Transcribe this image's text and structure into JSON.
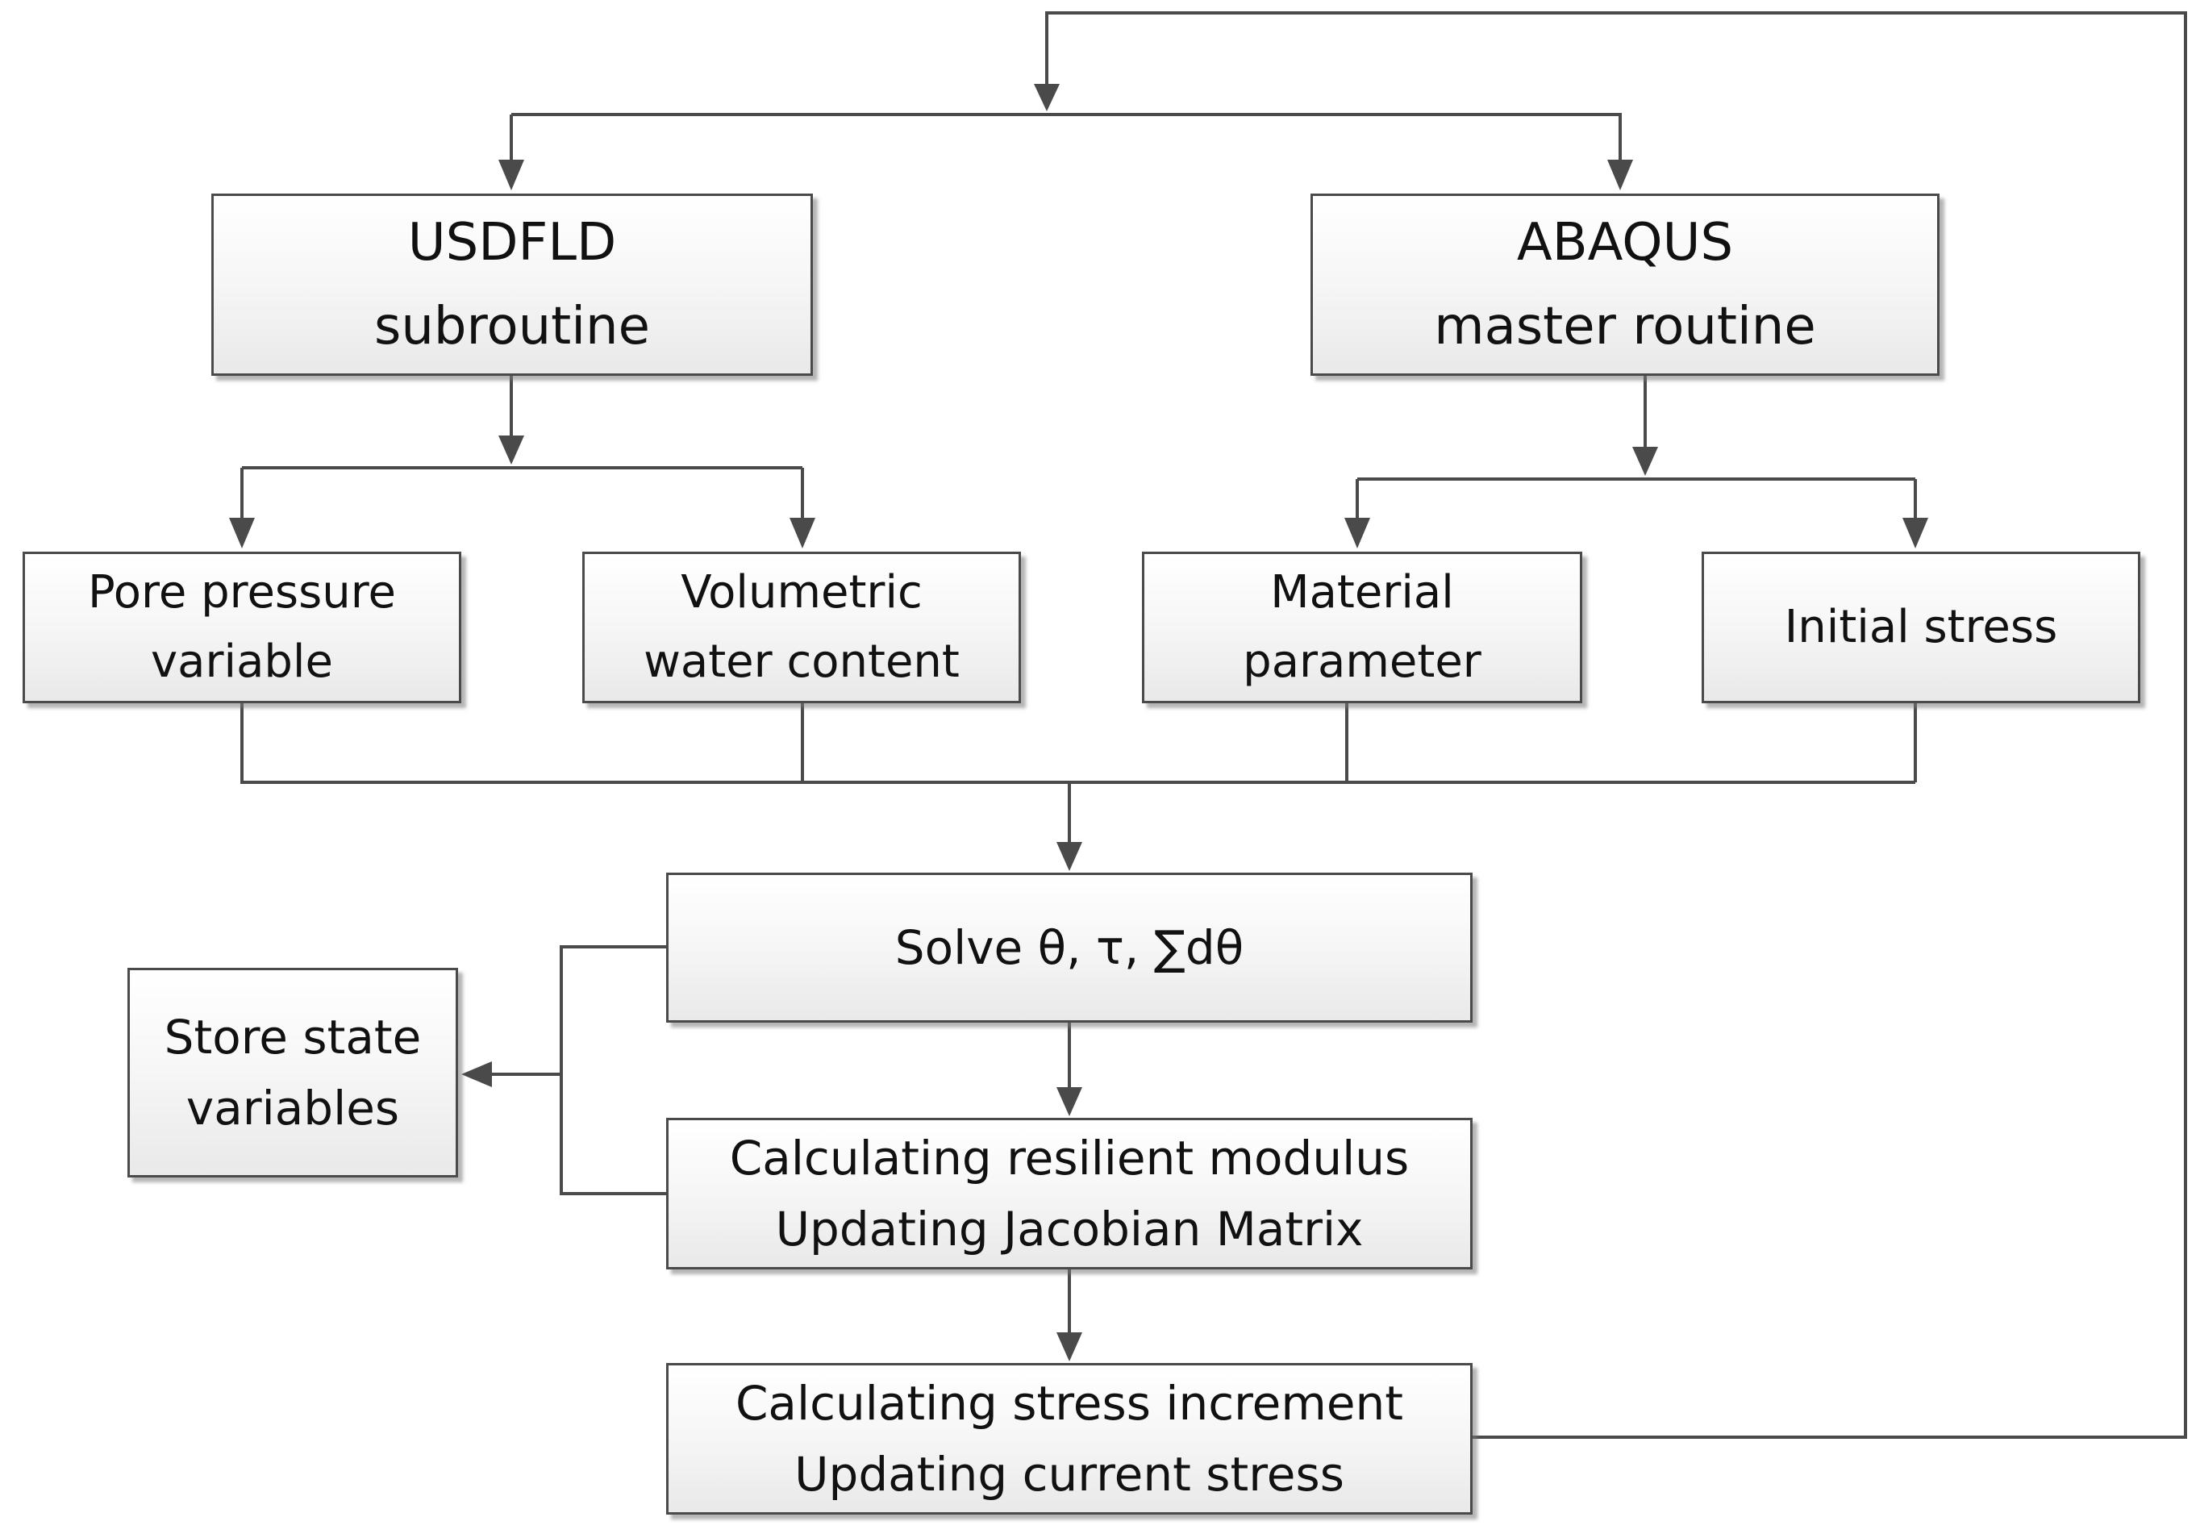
{
  "diagram": {
    "nodes": {
      "usdfld": {
        "line1": "USDFLD",
        "line2": "subroutine"
      },
      "abaqus": {
        "line1": "ABAQUS",
        "line2": "master routine"
      },
      "pore_pressure": {
        "line1": "Pore pressure",
        "line2": "variable"
      },
      "volumetric_water": {
        "line1": "Volumetric",
        "line2": "water content"
      },
      "material_parameter": {
        "line1": "Material",
        "line2": "parameter"
      },
      "initial_stress": {
        "line1": "Initial stress"
      },
      "solve": {
        "line1": "Solve θ, τ, ∑dθ"
      },
      "store_state": {
        "line1": "Store state",
        "line2": "variables"
      },
      "calc_resilient": {
        "line1": "Calculating resilient modulus",
        "line2": "Updating Jacobian Matrix"
      },
      "calc_stress": {
        "line1": "Calculating stress increment",
        "line2": "Updating current stress"
      }
    },
    "colors": {
      "line": "#4a4a4a",
      "box_border": "#4a4a4a",
      "box_fill_top": "#ffffff",
      "box_fill_bottom": "#e9e9e9",
      "text": "#111111"
    }
  }
}
